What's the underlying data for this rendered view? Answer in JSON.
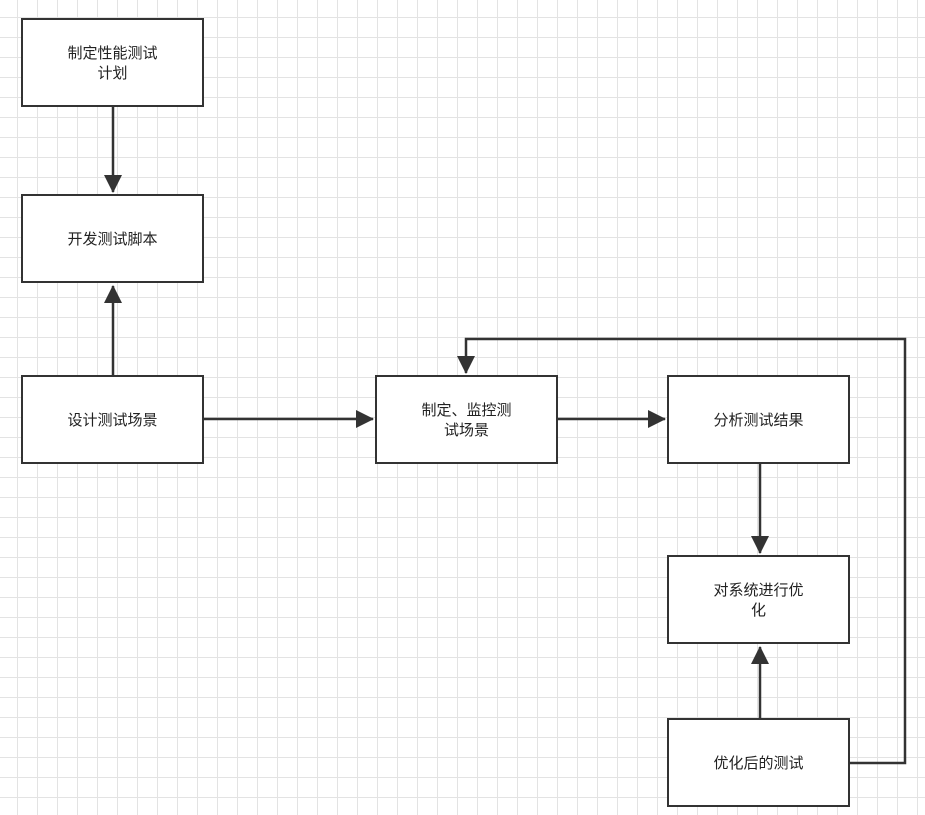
{
  "diagram": {
    "nodes": [
      {
        "id": "plan",
        "label": "制定性能测试\n计划"
      },
      {
        "id": "script",
        "label": "开发测试脚本"
      },
      {
        "id": "design",
        "label": "设计测试场景"
      },
      {
        "id": "monitor",
        "label": "制定、监控测\n试场景"
      },
      {
        "id": "analyze",
        "label": "分析测试结果"
      },
      {
        "id": "optimize",
        "label": "对系统进行优\n化"
      },
      {
        "id": "retest",
        "label": "优化后的测试"
      }
    ],
    "edges": [
      {
        "from": "plan",
        "to": "script"
      },
      {
        "from": "design",
        "to": "script"
      },
      {
        "from": "design",
        "to": "monitor"
      },
      {
        "from": "monitor",
        "to": "analyze"
      },
      {
        "from": "analyze",
        "to": "optimize"
      },
      {
        "from": "retest",
        "to": "optimize"
      },
      {
        "from": "retest",
        "to": "monitor"
      }
    ],
    "colors": {
      "border": "#333333",
      "arrow": "#333333",
      "grid": "#e3e3e3",
      "text": "#222222"
    }
  }
}
